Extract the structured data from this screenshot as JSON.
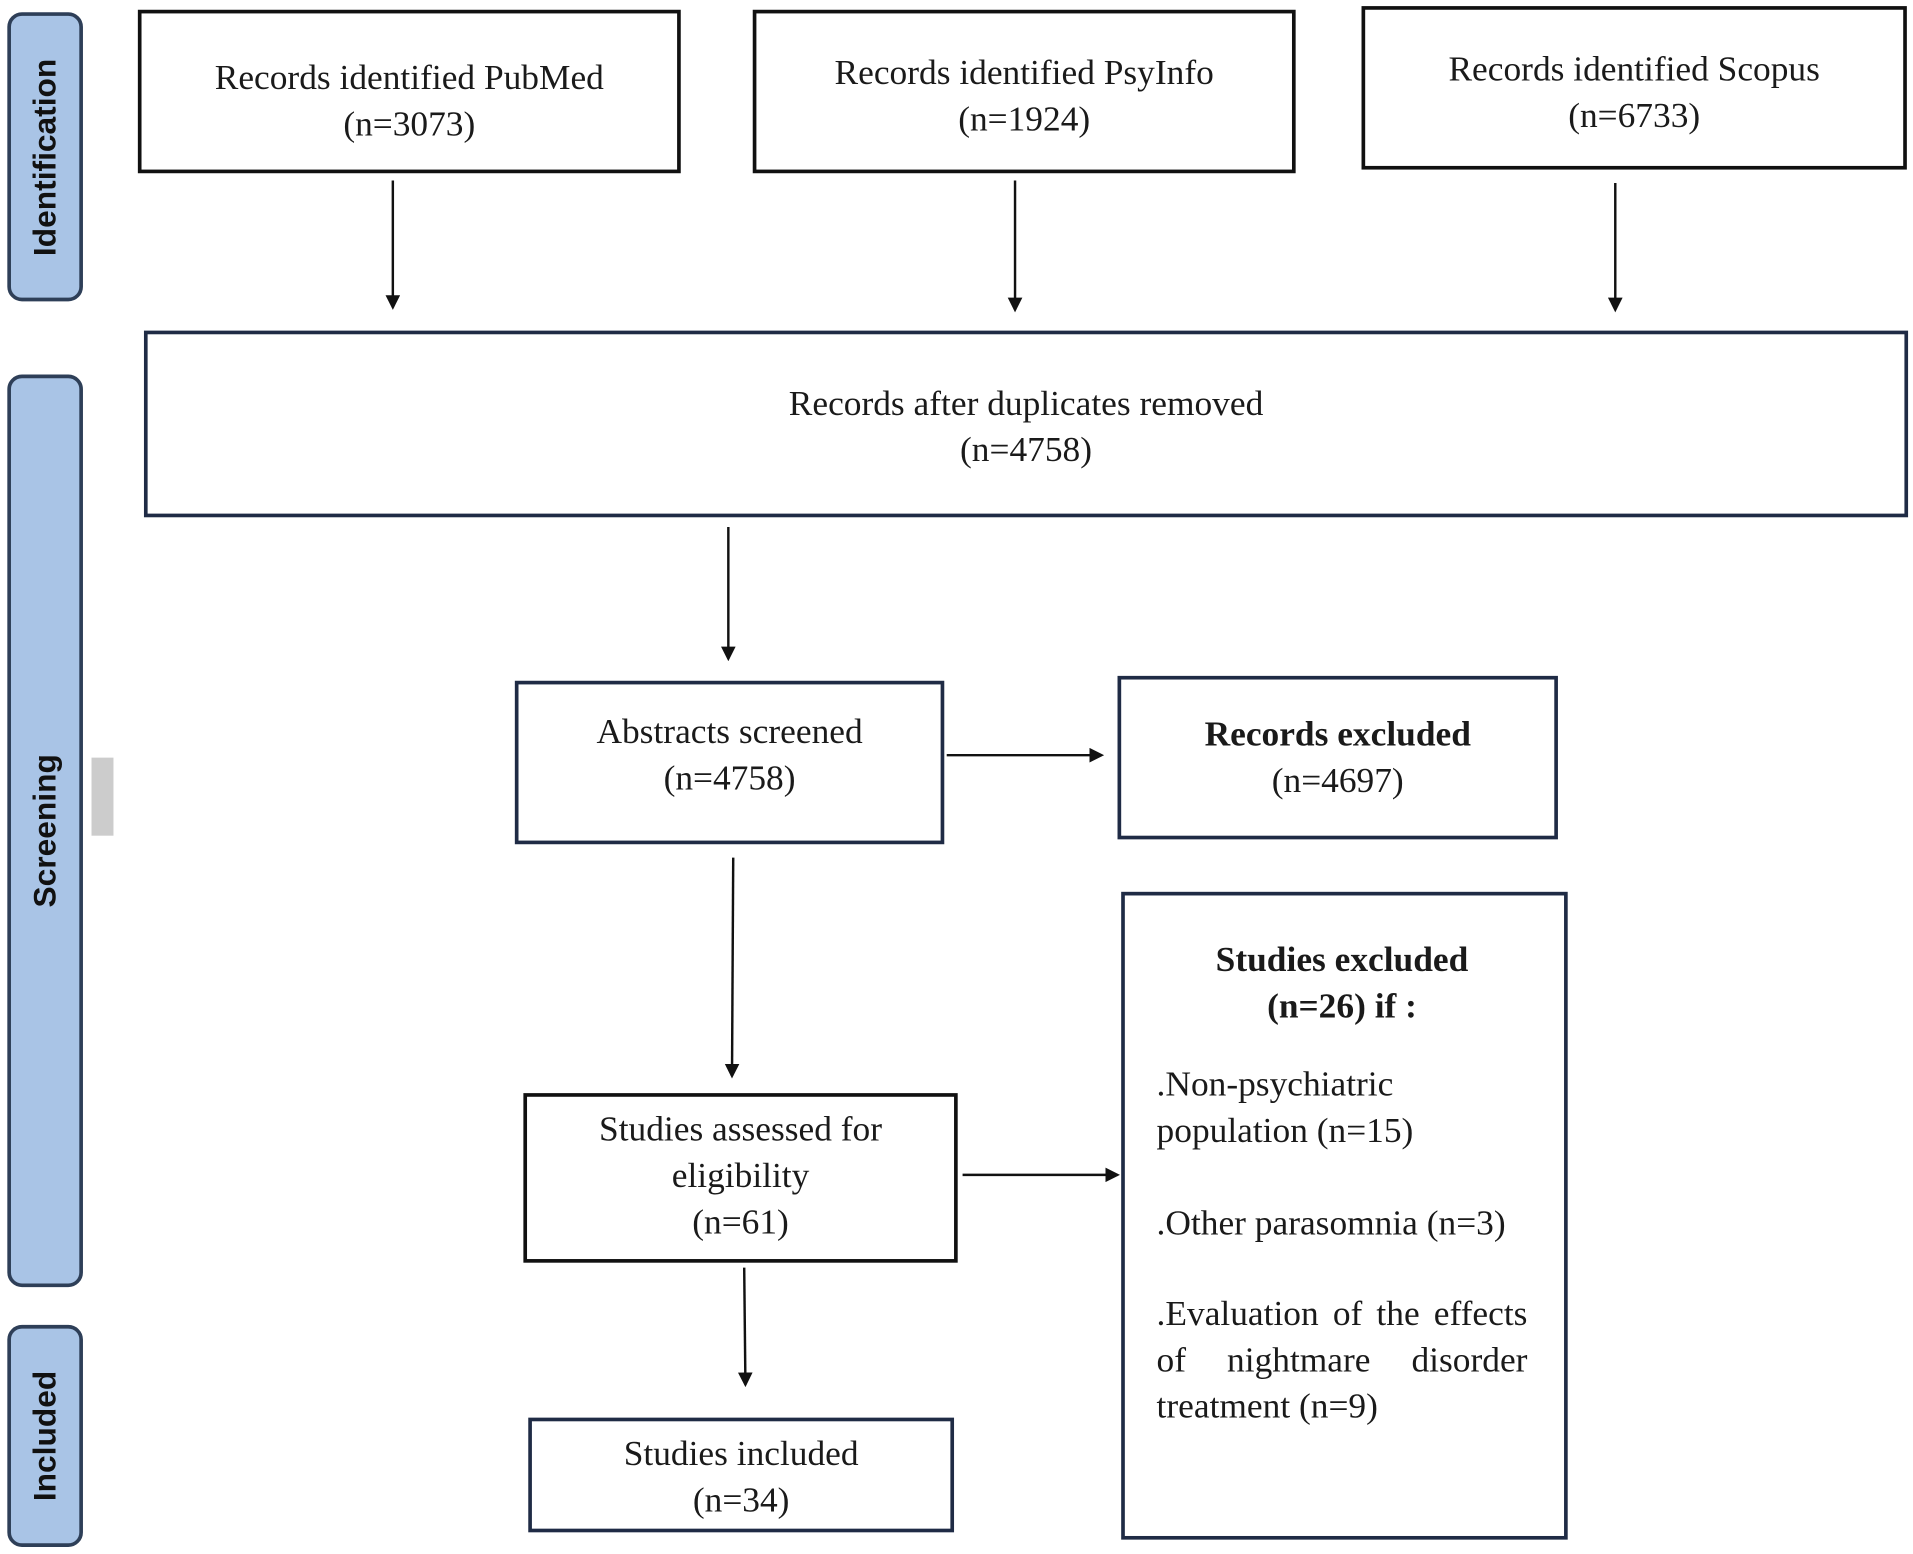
{
  "phases": {
    "identification": "Identification",
    "screening": "Screening",
    "included": "Included"
  },
  "identification": {
    "pubmed": {
      "label": "Records identified PubMed",
      "count": "(n=3073)"
    },
    "psyinfo": {
      "label": "Records identified PsyInfo",
      "count": "(n=1924)"
    },
    "scopus": {
      "label": "Records identified Scopus",
      "count": "(n=6733)"
    }
  },
  "duplicates": {
    "label": "Records after duplicates removed",
    "count": "(n=4758)"
  },
  "abstracts": {
    "label": "Abstracts screened",
    "count": "(n=4758)"
  },
  "records_excluded": {
    "label": "Records excluded",
    "count": "(n=4697)"
  },
  "eligibility": {
    "label_line1": "Studies assessed for",
    "label_line2": "eligibility",
    "count": "(n=61)"
  },
  "studies_excluded": {
    "title": "Studies excluded",
    "subtitle": "(n=26) if :",
    "reasons": [
      ".Non-psychiatric population (n=15)",
      ".Other parasomnia (n=3)",
      ".Evaluation of the effects of nightmare disorder treatment (n=9)"
    ]
  },
  "included": {
    "label": "Studies included",
    "count": "(n=34)"
  }
}
